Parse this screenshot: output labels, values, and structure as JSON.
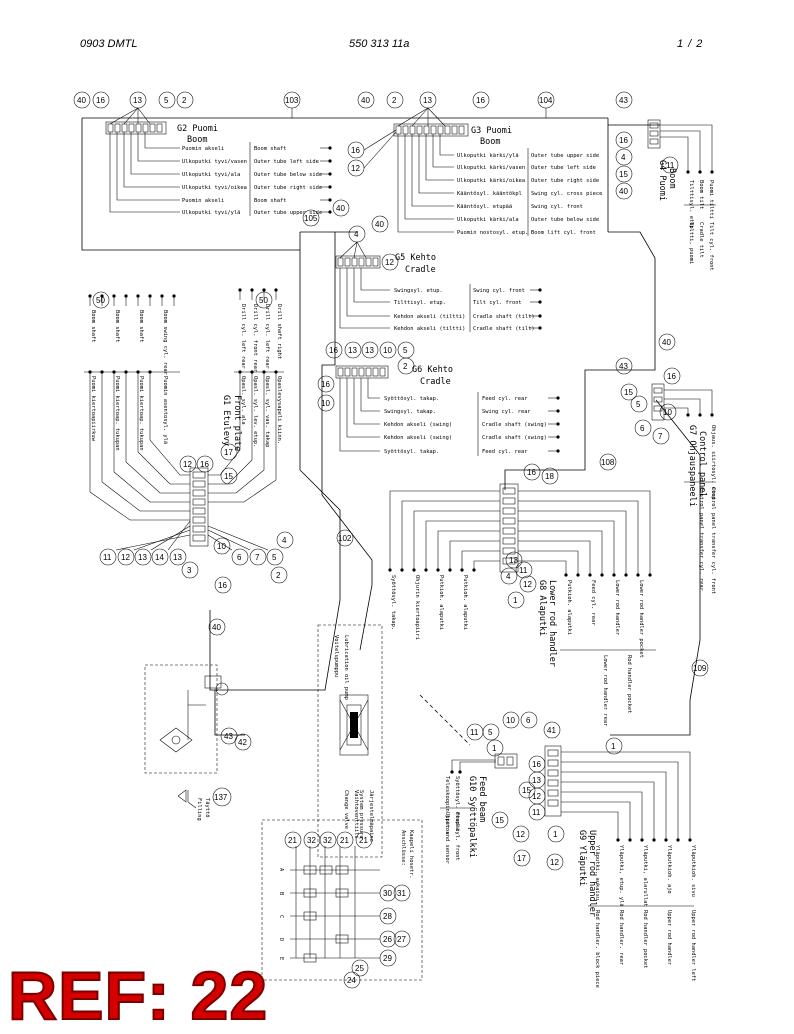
{
  "header": {
    "left": "0903 DMTL",
    "center": "550 313 11a",
    "right": "1 / 2"
  },
  "ref_label": "REF: 22",
  "g2": {
    "title1": "G2 Puomi",
    "title2": "Boom",
    "bubbles": [
      "40",
      "16",
      "13",
      "5",
      "2"
    ],
    "bus": "103",
    "rows": [
      [
        "Puomin akseli",
        "Boom shaft"
      ],
      [
        "Ulkoputki tyvi/vasen",
        "Outer tube left side"
      ],
      [
        "Ulkoputki tyvi/ala",
        "Outer tube below side"
      ],
      [
        "Ulkoputki tyvi/oikea",
        "Outer tube right side"
      ],
      [
        "Puomin akseli",
        "Boom shaft"
      ],
      [
        "Ulkoputki tyvi/ylä",
        "Outer tube upper side"
      ]
    ]
  },
  "g3": {
    "title1": "G3 Puomi",
    "title2": "Boom",
    "bubbles": [
      "40",
      "2",
      "13",
      "16",
      "16",
      "12"
    ],
    "bus": "104",
    "rows": [
      [
        "Ulkoputki kärki/ylä",
        "Outer tube upper side"
      ],
      [
        "Ulkoputki kärki/vasen",
        "Outer tube left side"
      ],
      [
        "Ulkoputki kärki/oikea",
        "Outer tube right side"
      ],
      [
        "Kääntösyl. kääntökpl",
        "Swing cyl. cross piece"
      ],
      [
        "Kääntösyl. etupää",
        "Swing cyl. front"
      ],
      [
        "Ulkoputki kärki/ala",
        "Outer tube below side"
      ],
      [
        "Puomin nostosyl. etup.",
        "Boom lift cyl. front"
      ]
    ]
  },
  "g4": {
    "title1": "G4 Puomi",
    "title2": "Boom",
    "bubbles": [
      "43",
      "16",
      "4",
      "15",
      "40",
      "11"
    ],
    "rows": [
      "Puomi tiltti",
      "Boom tilt",
      "Tilttisyl. etup.",
      "Tilt cyl. front",
      "Cradle tilt",
      "Tiltti, puomi"
    ]
  },
  "g5": {
    "title1": "G5 Kehto",
    "title2": "Cradle",
    "bubbles": [
      "40",
      "4",
      "40",
      "12"
    ],
    "bus": "105",
    "rows": [
      [
        "Swingsyl. etup.",
        "Swing cyl. front"
      ],
      [
        "Tilttisyl. etup.",
        "Tilt cyl. front"
      ],
      [
        "Kehdon akseli (tiltti)",
        "Cradle shaft (tilt)"
      ],
      [
        "Kehdon akseli (tiltti)",
        "Cradle shaft (tilt)"
      ]
    ]
  },
  "g6": {
    "title1": "G6 Kehto",
    "title2": "Cradle",
    "bubbles": [
      "16",
      "13",
      "13",
      "10",
      "5",
      "2"
    ],
    "rows": [
      [
        "Syöttösyl. takap.",
        "Feed cyl. rear"
      ],
      [
        "Swingsyl. takap.",
        "Swing cyl. rear"
      ],
      [
        "Kehdon akseli (swing)",
        "Cradle shaft (swing)"
      ],
      [
        "Kehdon akseli (swing)",
        "Cradle shaft (swing)"
      ],
      [
        "Syöttösyl. takap.",
        "Feed cyl. rear"
      ]
    ]
  },
  "g1": {
    "title1": "G1 Etulevy",
    "title2": "Front plate",
    "bubbles_top": [
      "50",
      "50"
    ],
    "bubbles": [
      "12",
      "16",
      "17",
      "15",
      "3",
      "16",
      "11",
      "12",
      "13",
      "14",
      "13",
      "10",
      "6",
      "7",
      "5",
      "4",
      "2"
    ],
    "bus": "102",
    "rows": [
      [
        "Puomi kiertoapiirkuw",
        "Boom shaft"
      ],
      [
        "Puomi kiertoap. tukupan",
        "Boom shaft"
      ],
      [
        "Puomi kiertoap. tukupan",
        "Boom shaft"
      ],
      [
        "Puomin asentosyl. ylä",
        "Boom swing cyl. rear"
      ],
      [
        "Opasl. syl. ala",
        "Drill cyl. left rear"
      ],
      [
        "Opasl. syl. lev. etup.",
        "Drill cyl. front rear"
      ],
      [
        "Opasl. syl. vas. takap",
        "Drill cyl. left rear"
      ],
      [
        "Opaslevysapeli kiinn.",
        "Drill shaft right"
      ]
    ]
  },
  "g7": {
    "title1": "G7 Ohjauspaneeli",
    "title2": "Control panel",
    "bubbles": [
      "40",
      "16",
      "15",
      "5",
      "10",
      "6",
      "7"
    ],
    "rows": [
      "Ohjaus. siirtosyl. etup.",
      "Control panel transfer cyl. front",
      "Control panel transfer cyl. rear"
    ]
  },
  "g8": {
    "title1": "G8 Alaputki",
    "title2": "Lower rod handler",
    "bubbles": [
      "108",
      "16",
      "18",
      "4",
      "12",
      "11",
      "1",
      "13"
    ],
    "rows": [
      [
        "Syöttösyl. takap.",
        "Feed cyl. rear"
      ],
      [
        "Ohjurin kiertoapiiri",
        "Lower rod handler"
      ],
      [
        "Putkioh. alaputki",
        "Lower rod handler pocket"
      ],
      [
        "Putkioh. alaputki",
        "Lower rod handler rear"
      ],
      [
        "Putkioh. alaputki",
        "Rod handler pocket"
      ]
    ]
  },
  "g9": {
    "title1": "G9 Yläputki",
    "title2": "Upper rod handler",
    "bubbles": [
      "41",
      "16",
      "13",
      "12",
      "11",
      "1",
      "1",
      "15",
      "17",
      "12"
    ],
    "bus": "109",
    "rows": [
      [
        "Yläputkioh. sivu",
        "Upper rod handler left"
      ],
      [
        "Yläputkioh. ajo",
        "Upper rod handler"
      ],
      [
        "Yläputki, alarullat",
        "Rod handler pocket"
      ],
      [
        "Yläputki, etup. ylä",
        "Rod handler. rear"
      ],
      [
        "Yläputki, aukaisu",
        "Rod handler. block piece"
      ]
    ]
  },
  "g10": {
    "title1": "G10 Syöttöpalkki",
    "title2": "Feed beam",
    "bubbles": [
      "11",
      "5",
      "1",
      "15",
      "12",
      "10",
      "6"
    ],
    "rows": [
      [
        "Syöttösyl. etupää",
        "Feed cyl. front"
      ],
      [
        "Teleskoopin liitos",
        "Upper end sensor"
      ]
    ]
  },
  "lubrication": {
    "title": "Lubrication oil pump",
    "text1": "Voitelupumppu",
    "text2": "System pressure",
    "text3": "Järjestelmäpaine",
    "text4": "Change valve",
    "text5": "Vaihtoventtiili"
  },
  "pump": {
    "bubbles": [
      "43",
      "42",
      "137"
    ],
    "label1": "Täyttö",
    "label2": "Filling"
  },
  "cable_box": {
    "title1": "Kaapeli hosetr.",
    "title2": "Anschlüsse:",
    "columns": [
      "A",
      "B",
      "C",
      "D",
      "E"
    ],
    "bubbles": [
      "21",
      "32",
      "21",
      "21",
      "32",
      "31",
      "30",
      "26",
      "27",
      "29",
      "28",
      "24",
      "25"
    ]
  },
  "colors": {
    "ref_text": "#d40000",
    "ink": "#000000"
  }
}
